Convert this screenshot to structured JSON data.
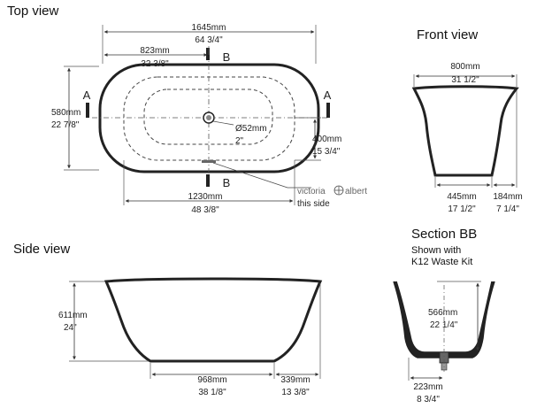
{
  "views": {
    "top": "Top view",
    "front": "Front view",
    "side": "Side view",
    "section": "Section BB",
    "section_note": [
      "Shown with",
      "K12 Waste Kit"
    ]
  },
  "section_marks": {
    "a": "A",
    "b": "B"
  },
  "top_view": {
    "length_mm": "1645mm",
    "length_in": "64 3/4\"",
    "to_waste_mm": "823mm",
    "to_waste_in": "32 3/8\"",
    "width_mm": "580mm",
    "width_in": "22 7/8\"",
    "waste_mm": "Ø52mm",
    "waste_in": "2\"",
    "inner_width_mm": "400mm",
    "inner_width_in": "15 3/4\"",
    "inner_length_mm": "1230mm",
    "inner_length_in": "48 3/8\"",
    "brand_left": "victoria",
    "brand_right": "albert",
    "brand_note": "this side"
  },
  "front_view": {
    "width_mm": "800mm",
    "width_in": "31 1/2\"",
    "base_mm": "445mm",
    "base_in": "17 1/2\"",
    "offset_mm": "184mm",
    "offset_in": "7 1/4\""
  },
  "side_view": {
    "height_mm": "611mm",
    "height_in": "24\"",
    "base_mm": "968mm",
    "base_in": "38 1/8\"",
    "offset_mm": "339mm",
    "offset_in": "13 3/8\""
  },
  "section_bb": {
    "depth_mm": "566mm",
    "depth_in": "22 1/4\"",
    "waste_offset_mm": "223mm",
    "waste_offset_in": "8 3/4\""
  }
}
